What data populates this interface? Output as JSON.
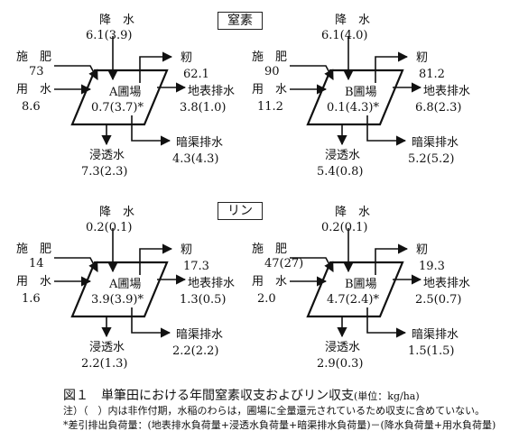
{
  "sections": [
    {
      "label": "窒素",
      "fields": [
        {
          "name": "A圃場",
          "inputs": {
            "rain": {
              "label": "降　水",
              "value": "6.1(3.9)"
            },
            "fertilizer": {
              "label": "施　肥",
              "value": "73"
            },
            "irrigation": {
              "label": "用　水",
              "value": "8.6"
            }
          },
          "balance": "0.7(3.7)*",
          "outputs": {
            "rice": {
              "label": "籾",
              "value": "62.1"
            },
            "surface": {
              "label": "地表排水",
              "value": "3.8(1.0)"
            },
            "drain": {
              "label": "暗渠排水",
              "value": "4.3(4.3)"
            },
            "percolation": {
              "label": "浸透水",
              "value": "7.3(2.3)"
            }
          }
        },
        {
          "name": "B圃場",
          "inputs": {
            "rain": {
              "label": "降　水",
              "value": "6.1(4.0)"
            },
            "fertilizer": {
              "label": "施　肥",
              "value": "90"
            },
            "irrigation": {
              "label": "用　水",
              "value": "11.2"
            }
          },
          "balance": "0.1(4.3)*",
          "outputs": {
            "rice": {
              "label": "籾",
              "value": "81.2"
            },
            "surface": {
              "label": "地表排水",
              "value": "6.8(2.3)"
            },
            "drain": {
              "label": "暗渠排水",
              "value": "5.2(5.2)"
            },
            "percolation": {
              "label": "浸透水",
              "value": "5.4(0.8)"
            }
          }
        }
      ]
    },
    {
      "label": "リン",
      "fields": [
        {
          "name": "A圃場",
          "inputs": {
            "rain": {
              "label": "降　水",
              "value": "0.2(0.1)"
            },
            "fertilizer": {
              "label": "施　肥",
              "value": "14"
            },
            "irrigation": {
              "label": "用　水",
              "value": "1.6"
            }
          },
          "balance": "3.9(3.9)*",
          "outputs": {
            "rice": {
              "label": "籾",
              "value": "17.3"
            },
            "surface": {
              "label": "地表排水",
              "value": "1.3(0.5)"
            },
            "drain": {
              "label": "暗渠排水",
              "value": "2.2(2.2)"
            },
            "percolation": {
              "label": "浸透水",
              "value": "2.2(1.3)"
            }
          }
        },
        {
          "name": "B圃場",
          "inputs": {
            "rain": {
              "label": "降　水",
              "value": "0.2(0.1)"
            },
            "fertilizer": {
              "label": "施　肥",
              "value": "47(27)"
            },
            "irrigation": {
              "label": "用　水",
              "value": "2.0"
            }
          },
          "balance": "4.7(2.4)*",
          "outputs": {
            "rice": {
              "label": "籾",
              "value": "19.3"
            },
            "surface": {
              "label": "地表排水",
              "value": "2.5(0.7)"
            },
            "drain": {
              "label": "暗渠排水",
              "value": "1.5(1.5)"
            },
            "percolation": {
              "label": "浸透水",
              "value": "2.9(0.3)"
            }
          }
        }
      ]
    }
  ],
  "caption": {
    "title": "図１　単筆田における年間窒素収支およびリン収支",
    "unit": "(単位：kg/ha)",
    "note1": "注）（　）内は非作付期，水稲のわらは，圃場に全量還元されているため収支に含めていない。",
    "note2": "*差引排出負荷量：(地表排水負荷量+浸透水負荷量+暗渠排水負荷量)－(降水負荷量+用水負荷量)"
  }
}
